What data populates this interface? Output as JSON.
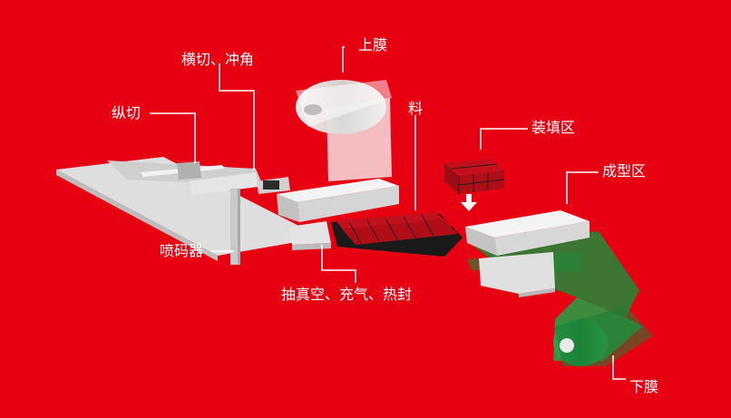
{
  "labels": {
    "top_film": "上膜",
    "cross_cut": "横切、冲角",
    "longitudinal_cut": "纵切",
    "material": "料",
    "filling_zone": "装填区",
    "forming_zone": "成型区",
    "inkjet_printer": "喷码器",
    "sealing_process": "抽真空、充气、热封",
    "bottom_film": "下膜"
  },
  "colors": {
    "background": "#e60012",
    "top_film": "#f3d6d8",
    "bottom_film": "#1f8a3a",
    "machine_body": "#dcdcdc",
    "product_block": "#c4101c",
    "label_text": "#ffffff"
  }
}
